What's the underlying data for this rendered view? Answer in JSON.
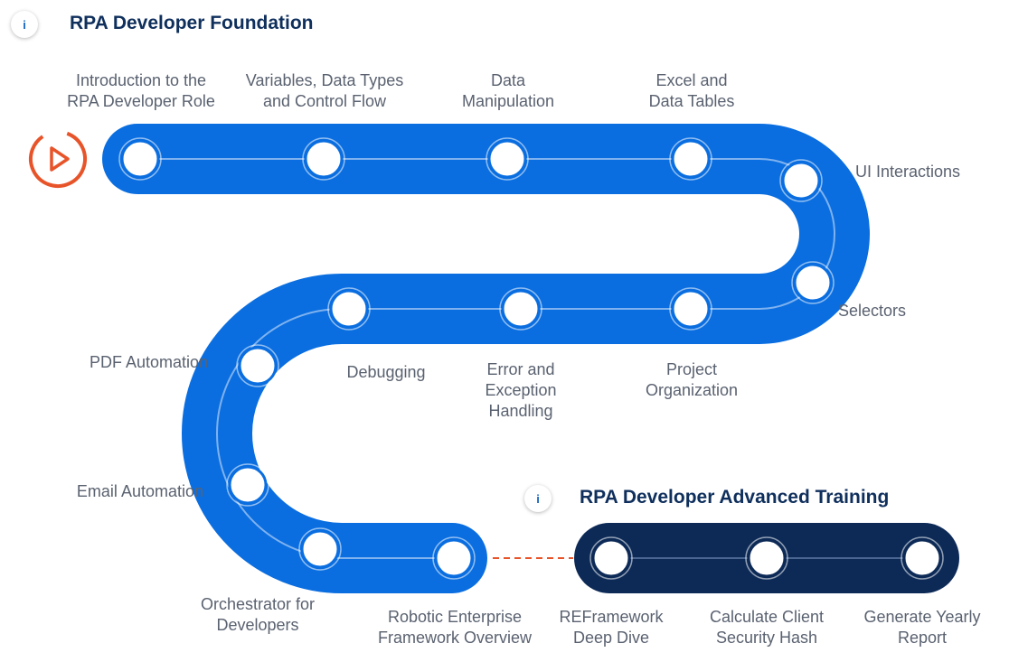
{
  "foundation": {
    "info_icon": "i",
    "title": "RPA Developer Foundation",
    "start_icon": "play-icon",
    "track_color": "#0a6ee0",
    "modules": [
      {
        "label": "Introduction to the\nRPA Developer Role"
      },
      {
        "label": "Variables, Data Types\nand Control Flow"
      },
      {
        "label": "Data\nManipulation"
      },
      {
        "label": "Excel and\nData Tables"
      },
      {
        "label": "UI Interactions"
      },
      {
        "label": "Selectors"
      },
      {
        "label": "Project\nOrganization"
      },
      {
        "label": "Error and\nException\nHandling"
      },
      {
        "label": "Debugging"
      },
      {
        "label": "PDF Automation"
      },
      {
        "label": "Email Automation"
      },
      {
        "label": "Orchestrator for\nDevelopers"
      },
      {
        "label": "Robotic Enterprise\nFramework Overview"
      }
    ]
  },
  "advanced": {
    "info_icon": "i",
    "title": "RPA Developer Advanced Training",
    "track_color": "#0d2a57",
    "modules": [
      {
        "label": "REFramework\nDeep Dive"
      },
      {
        "label": "Calculate Client\nSecurity Hash"
      },
      {
        "label": "Generate Yearly\nReport"
      }
    ]
  },
  "connector_color": "#e8542a",
  "start_color": "#e8542a"
}
